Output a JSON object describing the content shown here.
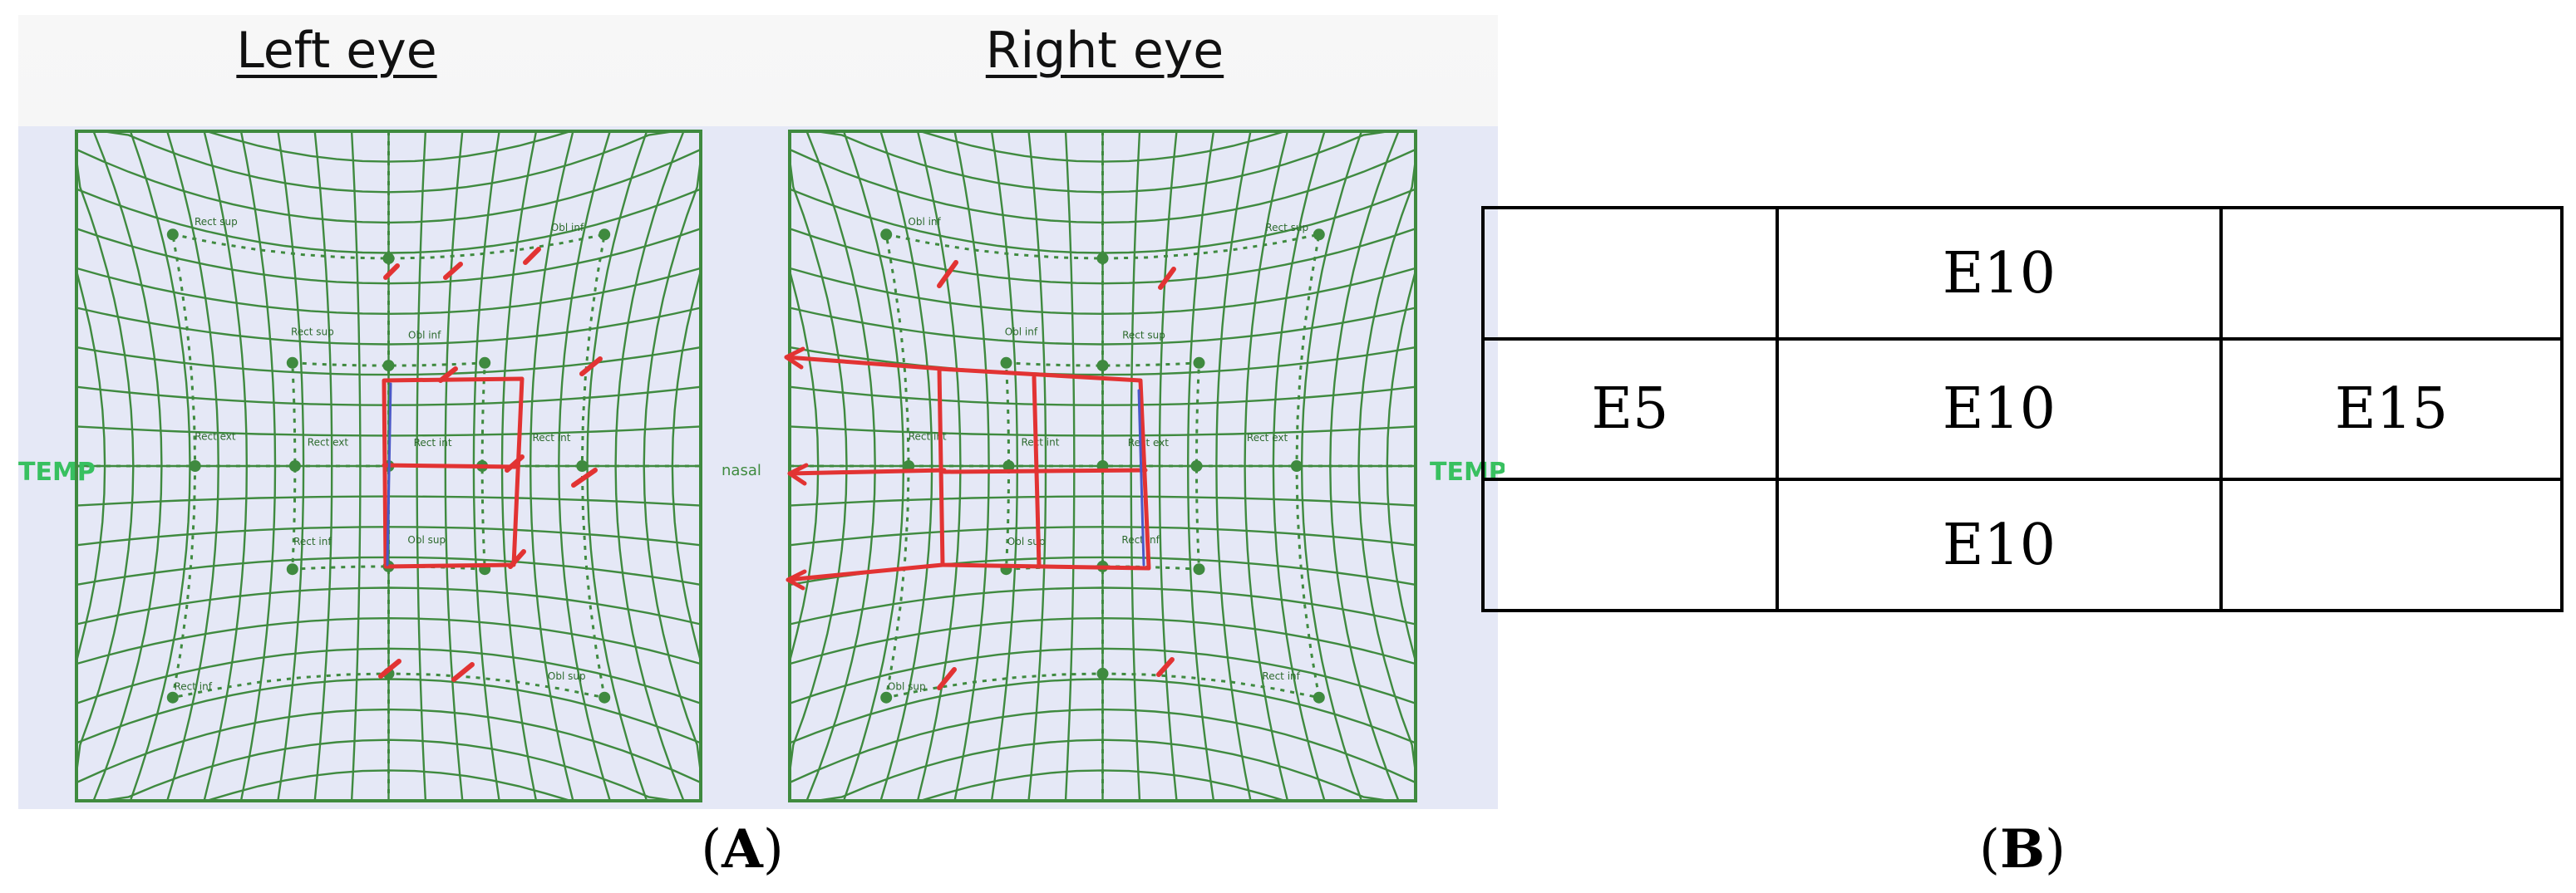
{
  "figure": {
    "panel_a": {
      "label_letter": "A",
      "left_eye_title": "Left eye",
      "right_eye_title": "Right eye",
      "temp_marker": "TEMP",
      "nasal_marker": "nasal",
      "left_chart_labels": {
        "sup_left": "Rect sup",
        "sup_right": "Obl inf",
        "mid_left": "Rect ext",
        "mid_right": "Rect int",
        "inf_left": "Rect inf",
        "inf_right": "Obl sup",
        "in_top_left": "Rect sup",
        "in_top_right": "Obl inf",
        "in_mid_left": "Rect ext",
        "in_mid_right": "Rect int",
        "in_bot_left": "Rect inf",
        "in_bot_right": "Obl sup"
      },
      "right_chart_labels": {
        "sup_left": "Obl inf",
        "sup_right": "Rect sup",
        "mid_left": "Rect int",
        "mid_right": "Rect ext",
        "inf_left": "Obl sup",
        "inf_right": "Rect inf",
        "in_top_left": "Obl inf",
        "in_top_right": "Rect sup",
        "in_mid_left": "Rect int",
        "in_mid_right": "Rect ext",
        "in_bot_left": "Obl sup",
        "in_bot_right": "Rect inf"
      },
      "colors": {
        "grid": "#3f8a3f",
        "annotation": "#e23333",
        "pen_blue": "#4a58c8",
        "background": "#e5e8f6"
      }
    },
    "panel_b": {
      "label_letter": "B",
      "table": [
        [
          "",
          "E10",
          ""
        ],
        [
          "E5",
          "E10",
          "E15"
        ],
        [
          "",
          "E10",
          ""
        ]
      ]
    }
  }
}
